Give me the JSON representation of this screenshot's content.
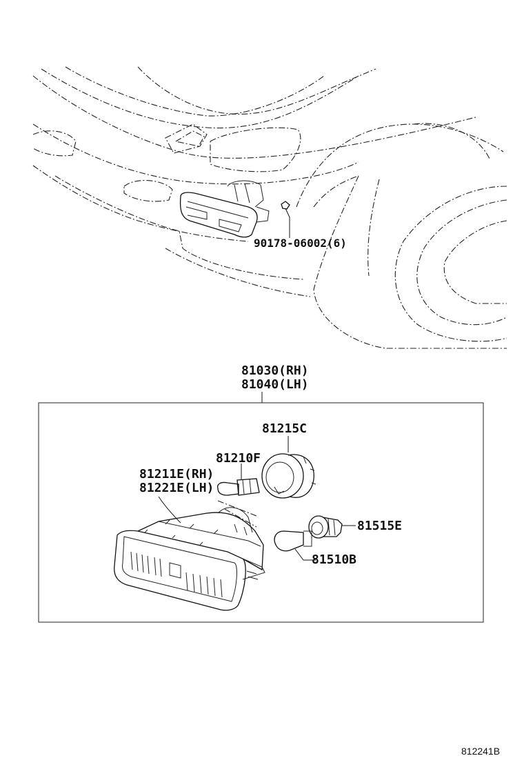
{
  "top_view": {
    "clip_label": "90178-06002(6)"
  },
  "assembly": {
    "rh_label": "81030(RH)",
    "lh_label": "81040(LH)"
  },
  "parts": {
    "socket_label": "81215C",
    "bulb_label": "81210F",
    "lens_rh_label": "81211E(RH)",
    "lens_lh_label": "81221E(LH)",
    "side_socket_label": "81515E",
    "side_bulb_label": "81510B"
  },
  "figure_number": "812241B"
}
